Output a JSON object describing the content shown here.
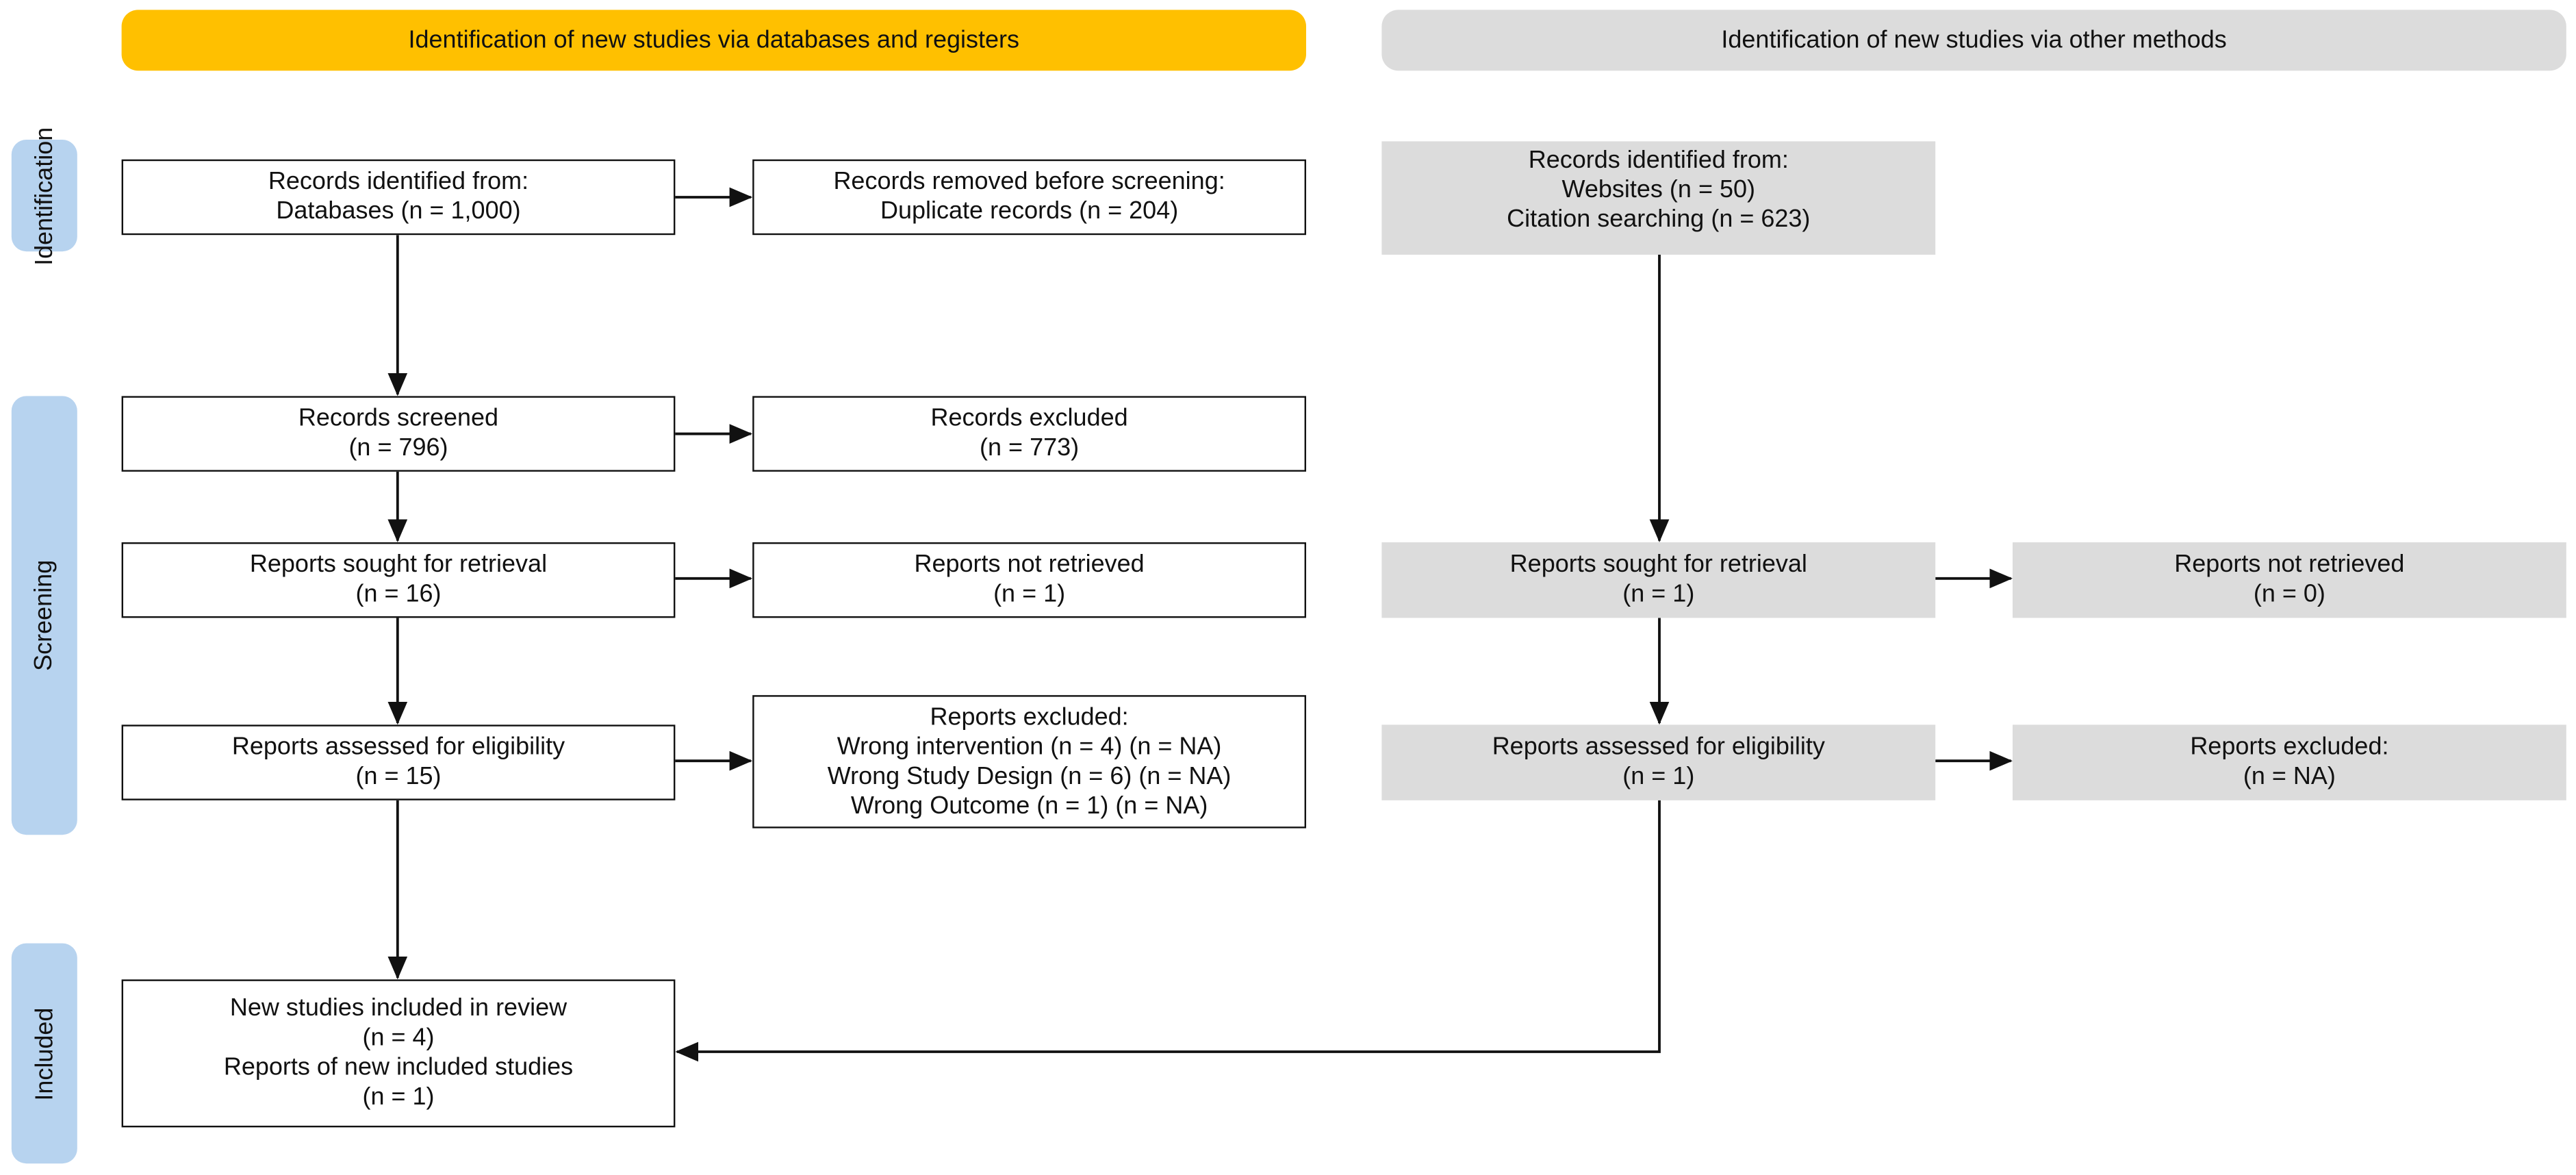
{
  "headers": {
    "databases": "Identification of new studies via databases and registers",
    "other": "Identification of new studies via other methods"
  },
  "phases": {
    "identification": "Identification",
    "screening": "Screening",
    "included": "Included"
  },
  "boxes": {
    "records_identified_db": [
      "Records identified from:",
      "Databases (n = 1,000)"
    ],
    "records_removed": [
      "Records removed before screening:",
      "Duplicate records (n = 204)"
    ],
    "records_screened": [
      "Records screened",
      "(n = 796)"
    ],
    "records_excluded": [
      "Records excluded",
      "(n = 773)"
    ],
    "reports_sought_db": [
      "Reports sought for retrieval",
      "(n = 16)"
    ],
    "reports_not_retrieved_db": [
      "Reports not retrieved",
      "(n = 1)"
    ],
    "reports_assessed_db": [
      "Reports assessed for eligibility",
      "(n = 15)"
    ],
    "reports_excluded_db": [
      "Reports excluded:",
      "Wrong intervention (n = 4) (n = NA)",
      "Wrong Study Design (n = 6) (n = NA)",
      "Wrong Outcome (n = 1) (n = NA)"
    ],
    "new_studies_included": [
      "New studies included in review",
      "(n = 4)",
      "Reports of new included studies",
      "(n = 1)"
    ],
    "records_identified_other": [
      "Records identified from:",
      "Websites (n = 50)",
      "Citation searching (n = 623)"
    ],
    "reports_sought_other": [
      "Reports sought for retrieval",
      "(n = 1)"
    ],
    "reports_not_retrieved_other": [
      "Reports not retrieved",
      "(n = 0)"
    ],
    "reports_assessed_other": [
      "Reports assessed for eligibility",
      "(n = 1)"
    ],
    "reports_excluded_other": [
      "Reports excluded:",
      "(n = NA)"
    ]
  },
  "colors": {
    "header_databases": "#ffc000",
    "header_other": "#dcdcdc",
    "phase_label": "#b7d3ef",
    "box_other": "#dcdcdc",
    "line": "#111111"
  }
}
